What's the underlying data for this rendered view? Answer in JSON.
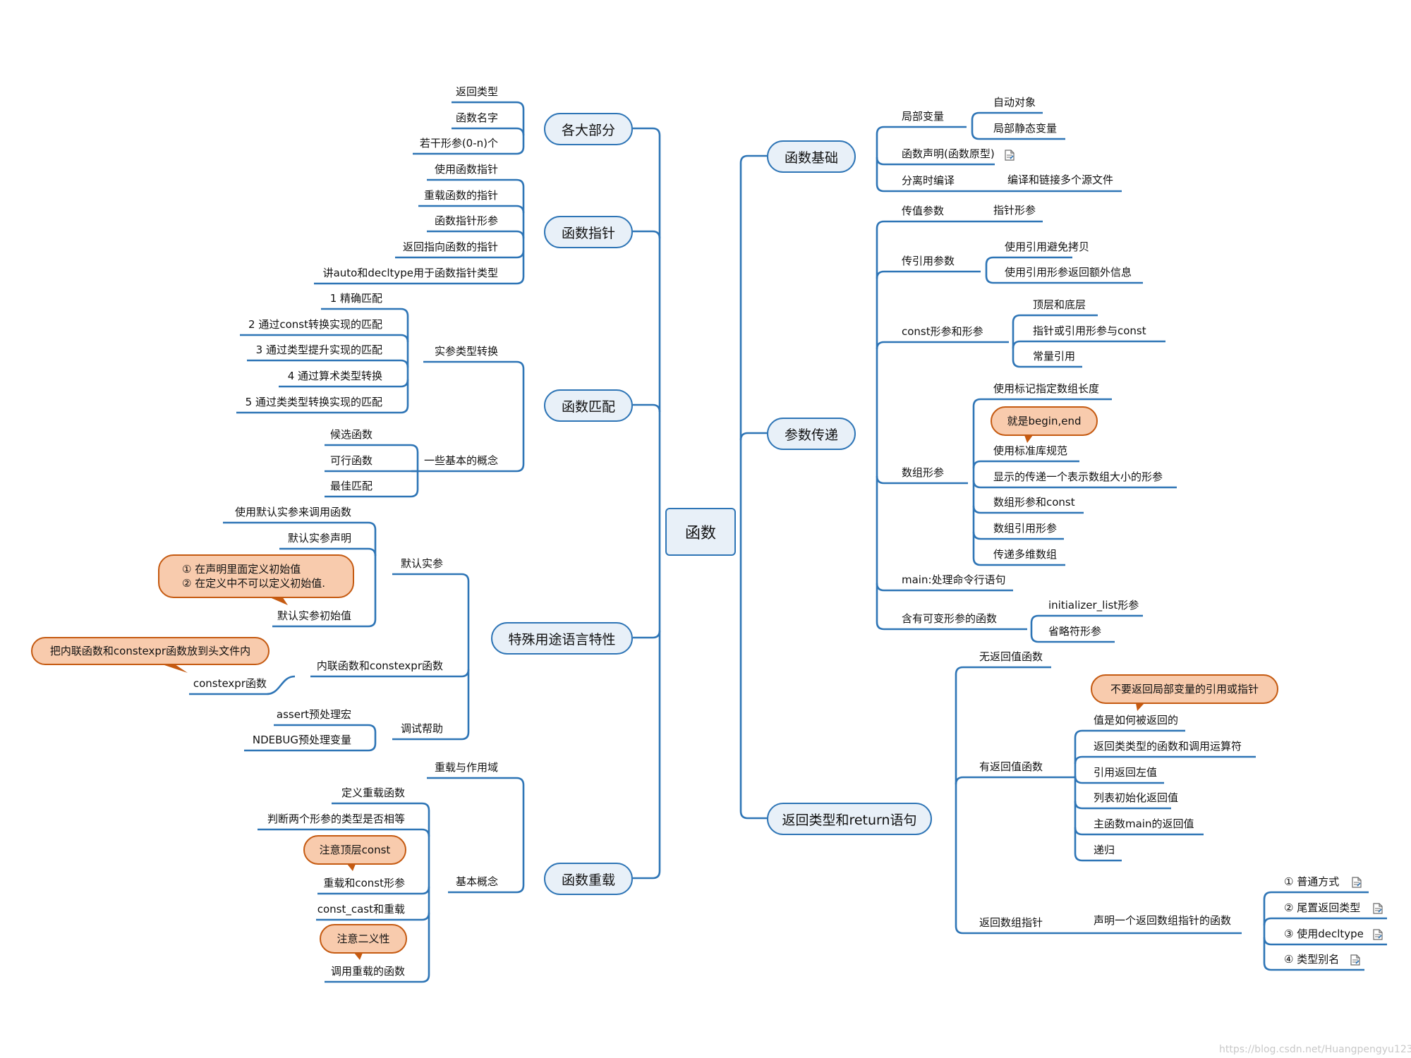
{
  "root": "函数",
  "left": {
    "parts": {
      "label": "各大部分",
      "items": [
        "返回类型",
        "函数名字",
        "若干形参(0-n)个"
      ]
    },
    "pointer": {
      "label": "函数指针",
      "items": [
        "使用函数指针",
        "重载函数的指针",
        "函数指针形参",
        "返回指向函数的指针",
        "讲auto和decltype用于函数指针类型"
      ]
    },
    "match": {
      "label": "函数匹配",
      "conv_label": "实参类型转换",
      "conv_items": [
        "1 精确匹配",
        "2 通过const转换实现的匹配",
        "3 通过类型提升实现的匹配",
        "4 通过算术类型转换",
        "5 通过类类型转换实现的匹配"
      ],
      "basic_label": "一些基本的概念",
      "basic_items": [
        "候选函数",
        "可行函数",
        "最佳匹配"
      ]
    },
    "special": {
      "label": "特殊用途语言特性",
      "default_label": "默认实参",
      "default_items": [
        "使用默认实参来调用函数",
        "默认实参声明",
        "默认实参初始值"
      ],
      "default_callout": [
        "① 在声明里面定义初始值",
        "② 在定义中不可以定义初始值."
      ],
      "inline_label": "内联函数和constexpr函数",
      "inline_item": "constexpr函数",
      "inline_callout": "把内联函数和constexpr函数放到头文件内",
      "debug_label": "调试帮助",
      "debug_items": [
        "assert预处理宏",
        "NDEBUG预处理变量"
      ]
    },
    "overload": {
      "label": "函数重载",
      "scope": "重载与作用域",
      "basic_label": "基本概念",
      "basic_items": [
        "定义重载函数",
        "判断两个形参的类型是否相等",
        "重载和const形参",
        "const_cast和重载",
        "调用重载的函数"
      ],
      "callout_toplevel": "注意顶层const",
      "callout_ambiguity": "注意二义性"
    }
  },
  "right": {
    "basics": {
      "label": "函数基础",
      "local": "局部变量",
      "local_items": [
        "自动对象",
        "局部静态变量"
      ],
      "decl": "函数声明(函数原型)",
      "separate": "分离时编译",
      "separate_item": "编译和链接多个源文件"
    },
    "params": {
      "label": "参数传递",
      "byval": "传值参数",
      "byval_item": "指针形参",
      "byref": "传引用参数",
      "byref_items": [
        "使用引用避免拷贝",
        "使用引用形参返回额外信息"
      ],
      "constp": "const形参和形参",
      "constp_items": [
        "顶层和底层",
        "指针或引用形参与const",
        "常量引用"
      ],
      "array": "数组形参",
      "array_items": [
        "使用标记指定数组长度",
        "使用标准库规范",
        "显示的传递一个表示数组大小的形参",
        "数组形参和const",
        "数组引用形参",
        "传递多维数组"
      ],
      "array_callout": "就是begin,end",
      "main": "main:处理命令行语句",
      "variadic": "含有可变形参的函数",
      "variadic_items": [
        "initializer_list形参",
        "省略符形参"
      ]
    },
    "ret": {
      "label": "返回类型和return语句",
      "noval": "无返回值函数",
      "hasval": "有返回值函数",
      "hasval_items": [
        "值是如何被返回的",
        "返回类类型的函数和调用运算符",
        "引用返回左值",
        "列表初始化返回值",
        "主函数main的返回值",
        "递归"
      ],
      "hasval_callout": "不要返回局部变量的引用或指针",
      "arrptr": "返回数组指针",
      "arrptr_mid": "声明一个返回数组指针的函数",
      "arrptr_items": [
        "① 普通方式",
        "② 尾置返回类型",
        "③ 使用decltype",
        "④ 类型别名"
      ]
    }
  },
  "watermark": "https://blog.csdn.net/Huangpengyu123"
}
